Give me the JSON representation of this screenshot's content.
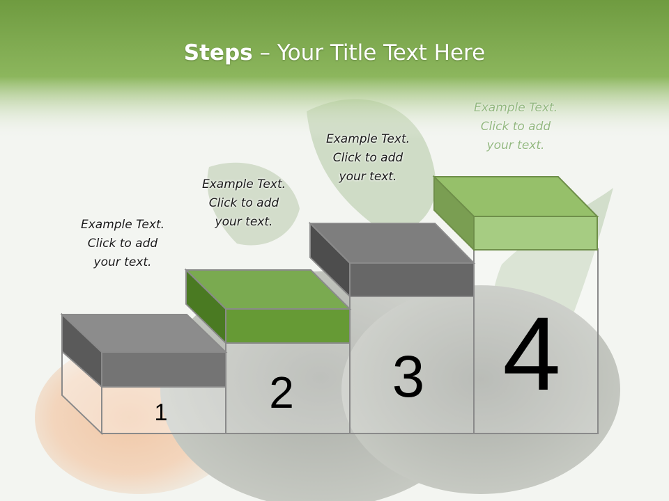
{
  "slide": {
    "title_bold": "Steps",
    "title_rest": " – Your Title Text Here"
  },
  "steps": [
    {
      "number": "1",
      "caption": [
        "Example Text.",
        "Click  to add",
        "your text."
      ],
      "lid_color": "#7a7a7a"
    },
    {
      "number": "2",
      "caption": [
        "Example Text.",
        "Click  to add",
        "your text."
      ],
      "lid_color": "#669a35"
    },
    {
      "number": "3",
      "caption": [
        "Example Text.",
        "Click  to add",
        "your text."
      ],
      "lid_color": "#6a6a6a"
    },
    {
      "number": "4",
      "caption": [
        "Example Text.",
        "Click  to add",
        "your text."
      ],
      "lid_color": "#a6cc82"
    }
  ],
  "colors": {
    "header_green": "#7aa84c",
    "gray_lid": "#6e6e6e",
    "green_lid": "#669a35",
    "light_green_lid": "#a6cc82"
  }
}
